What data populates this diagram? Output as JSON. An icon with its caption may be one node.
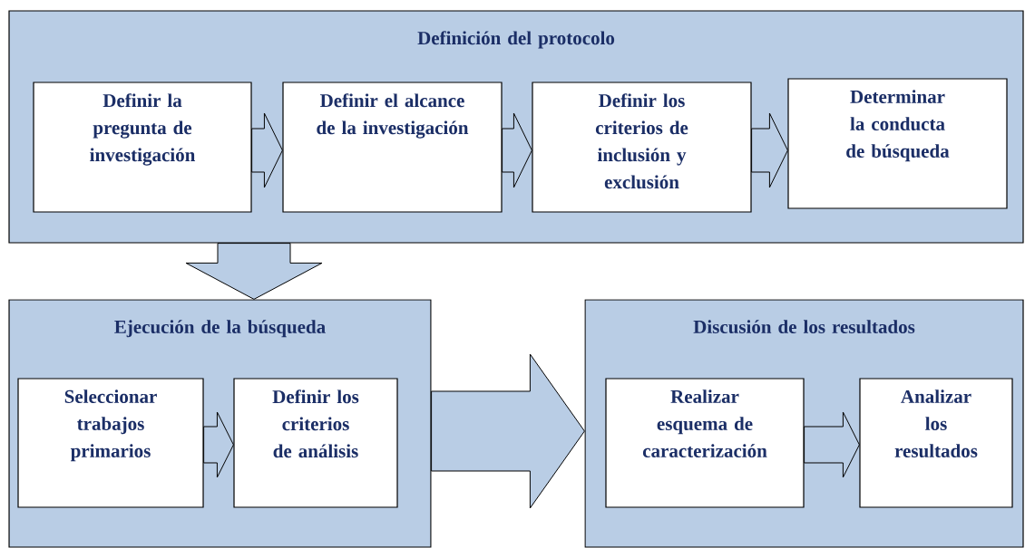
{
  "diagram": {
    "nodes": [
      {
        "text": [
          "Definición del protocolo"
        ]
      },
      {
        "text": [
          "Definir la pregunta de investigación"
        ],
        "in": 0
      },
      {
        "text": [
          "Definir el alcance de la investigación"
        ],
        "in": 0
      },
      {
        "text": [
          "Definir los criterios de inclusión y exclusión"
        ],
        "in": 0
      },
      {
        "text": [
          "Determinar la conducta de búsqueda"
        ],
        "in": 0
      },
      {
        "text": [
          "Ejecución de la búsqueda"
        ]
      },
      {
        "text": [
          "Seleccionar trabajos primarios"
        ],
        "in": 5
      },
      {
        "text": [
          "Definir los criterios de análisis"
        ],
        "in": 5
      },
      {
        "text": [
          "Discusión de los resultados"
        ]
      },
      {
        "text": [
          "Realizar esquema de caracterización"
        ],
        "in": 8
      },
      {
        "text": [
          "Analizar los resultados"
        ],
        "in": 8
      }
    ],
    "edges": [
      {
        "from": 1,
        "to": 2,
        "arrow": "to"
      },
      {
        "from": 2,
        "to": 3,
        "arrow": "to"
      },
      {
        "from": 3,
        "to": 4,
        "arrow": "to"
      },
      {
        "from": 0,
        "to": 5,
        "arrow": "to"
      },
      {
        "from": 5,
        "to": 8,
        "arrow": "to"
      },
      {
        "from": 6,
        "to": 7,
        "arrow": "to"
      },
      {
        "from": 9,
        "to": 10,
        "arrow": "to"
      }
    ]
  }
}
